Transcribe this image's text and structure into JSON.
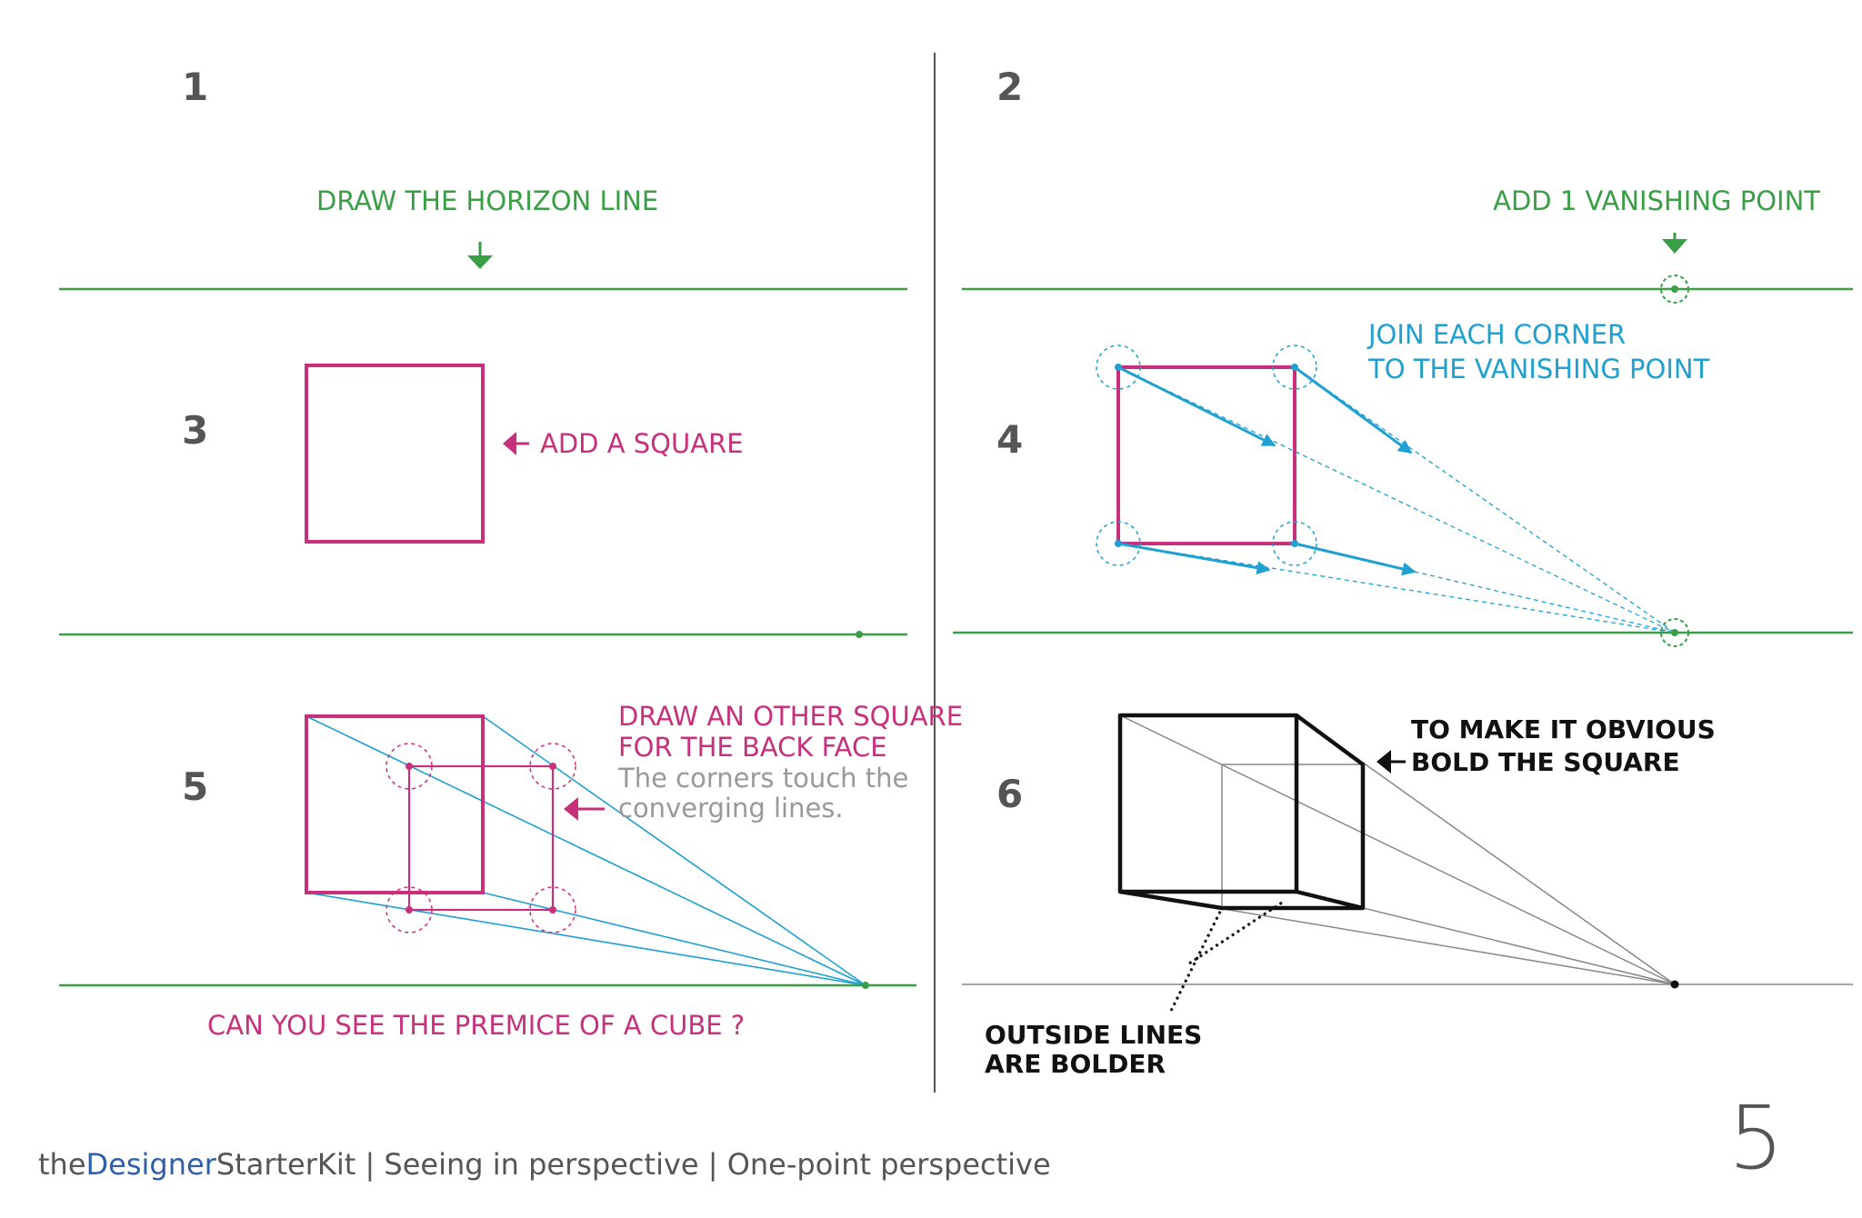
{
  "colors": {
    "green": "#3a9e46",
    "magenta": "#c8307c",
    "cyan": "#1ea0d0",
    "black": "#111111",
    "gray": "#888888",
    "footer_blue": "#2f5fa8"
  },
  "steps": {
    "s1": {
      "number": "1",
      "label": "DRAW THE HORIZON LINE"
    },
    "s2": {
      "number": "2",
      "label": "ADD 1 VANISHING POINT"
    },
    "s3": {
      "number": "3",
      "label": "ADD A SQUARE"
    },
    "s4": {
      "number": "4",
      "label_line1": "JOIN EACH CORNER",
      "label_line2": "TO THE VANISHING POINT"
    },
    "s5": {
      "number": "5",
      "label_line1": "DRAW AN OTHER SQUARE",
      "label_line2": "FOR THE BACK FACE",
      "note_line1": "The corners touch the",
      "note_line2": "converging lines.",
      "question": "CAN YOU SEE THE PREMICE OF A CUBE ?"
    },
    "s6": {
      "number": "6",
      "label_line1": "TO MAKE IT OBVIOUS",
      "label_line2": "BOLD THE SQUARE",
      "note_line1": "OUTSIDE LINES",
      "note_line2": "ARE BOLDER"
    }
  },
  "footer": {
    "brand_prefix": "the",
    "brand_highlight": "Designer",
    "brand_suffix": "StarterKit",
    "rest": " | Seeing in perspective | One-point perspective"
  },
  "page_number": "5"
}
